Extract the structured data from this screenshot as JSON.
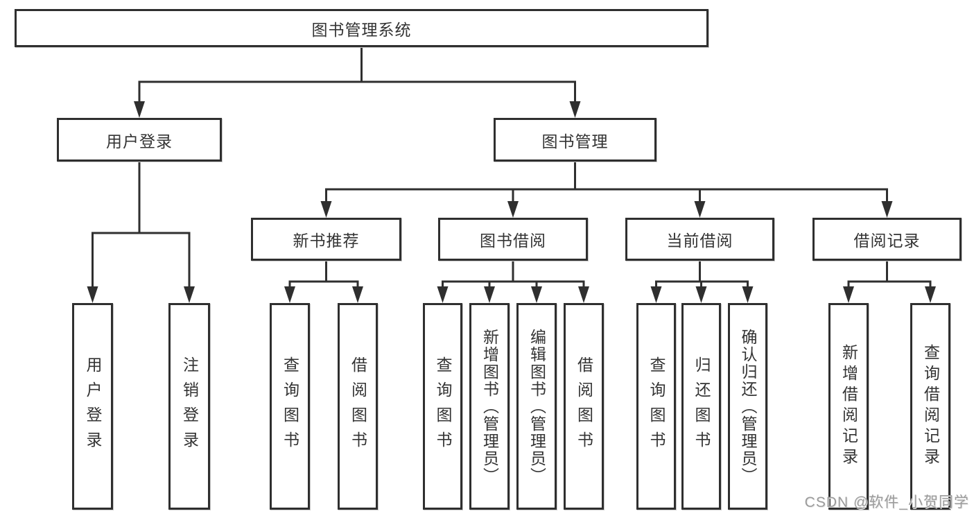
{
  "watermark": "CSDN @软件_小贺同学",
  "colors": {
    "line": "#2f2f2f",
    "text": "#333333",
    "watermark": "#9b9b9b",
    "background": "#ffffff"
  },
  "tree": {
    "root": {
      "label": "图书管理系统"
    },
    "branches": [
      {
        "label": "用户登录",
        "children": [
          {
            "label": "用户登录"
          },
          {
            "label": "注销登录"
          }
        ]
      },
      {
        "label": "图书管理",
        "groups": [
          {
            "label": "新书推荐",
            "children": [
              {
                "label": "查询图书"
              },
              {
                "label": "借阅图书"
              }
            ]
          },
          {
            "label": "图书借阅",
            "children": [
              {
                "label": "查询图书"
              },
              {
                "label": "新增图书（管理员）"
              },
              {
                "label": "编辑图书（管理员）"
              },
              {
                "label": "借阅图书"
              }
            ]
          },
          {
            "label": "当前借阅",
            "children": [
              {
                "label": "查询图书"
              },
              {
                "label": "归还图书"
              },
              {
                "label": "确认归还（管理员）"
              }
            ]
          },
          {
            "label": "借阅记录",
            "children": [
              {
                "label": "新增借阅记录"
              },
              {
                "label": "查询借阅记录"
              }
            ]
          }
        ]
      }
    ]
  }
}
